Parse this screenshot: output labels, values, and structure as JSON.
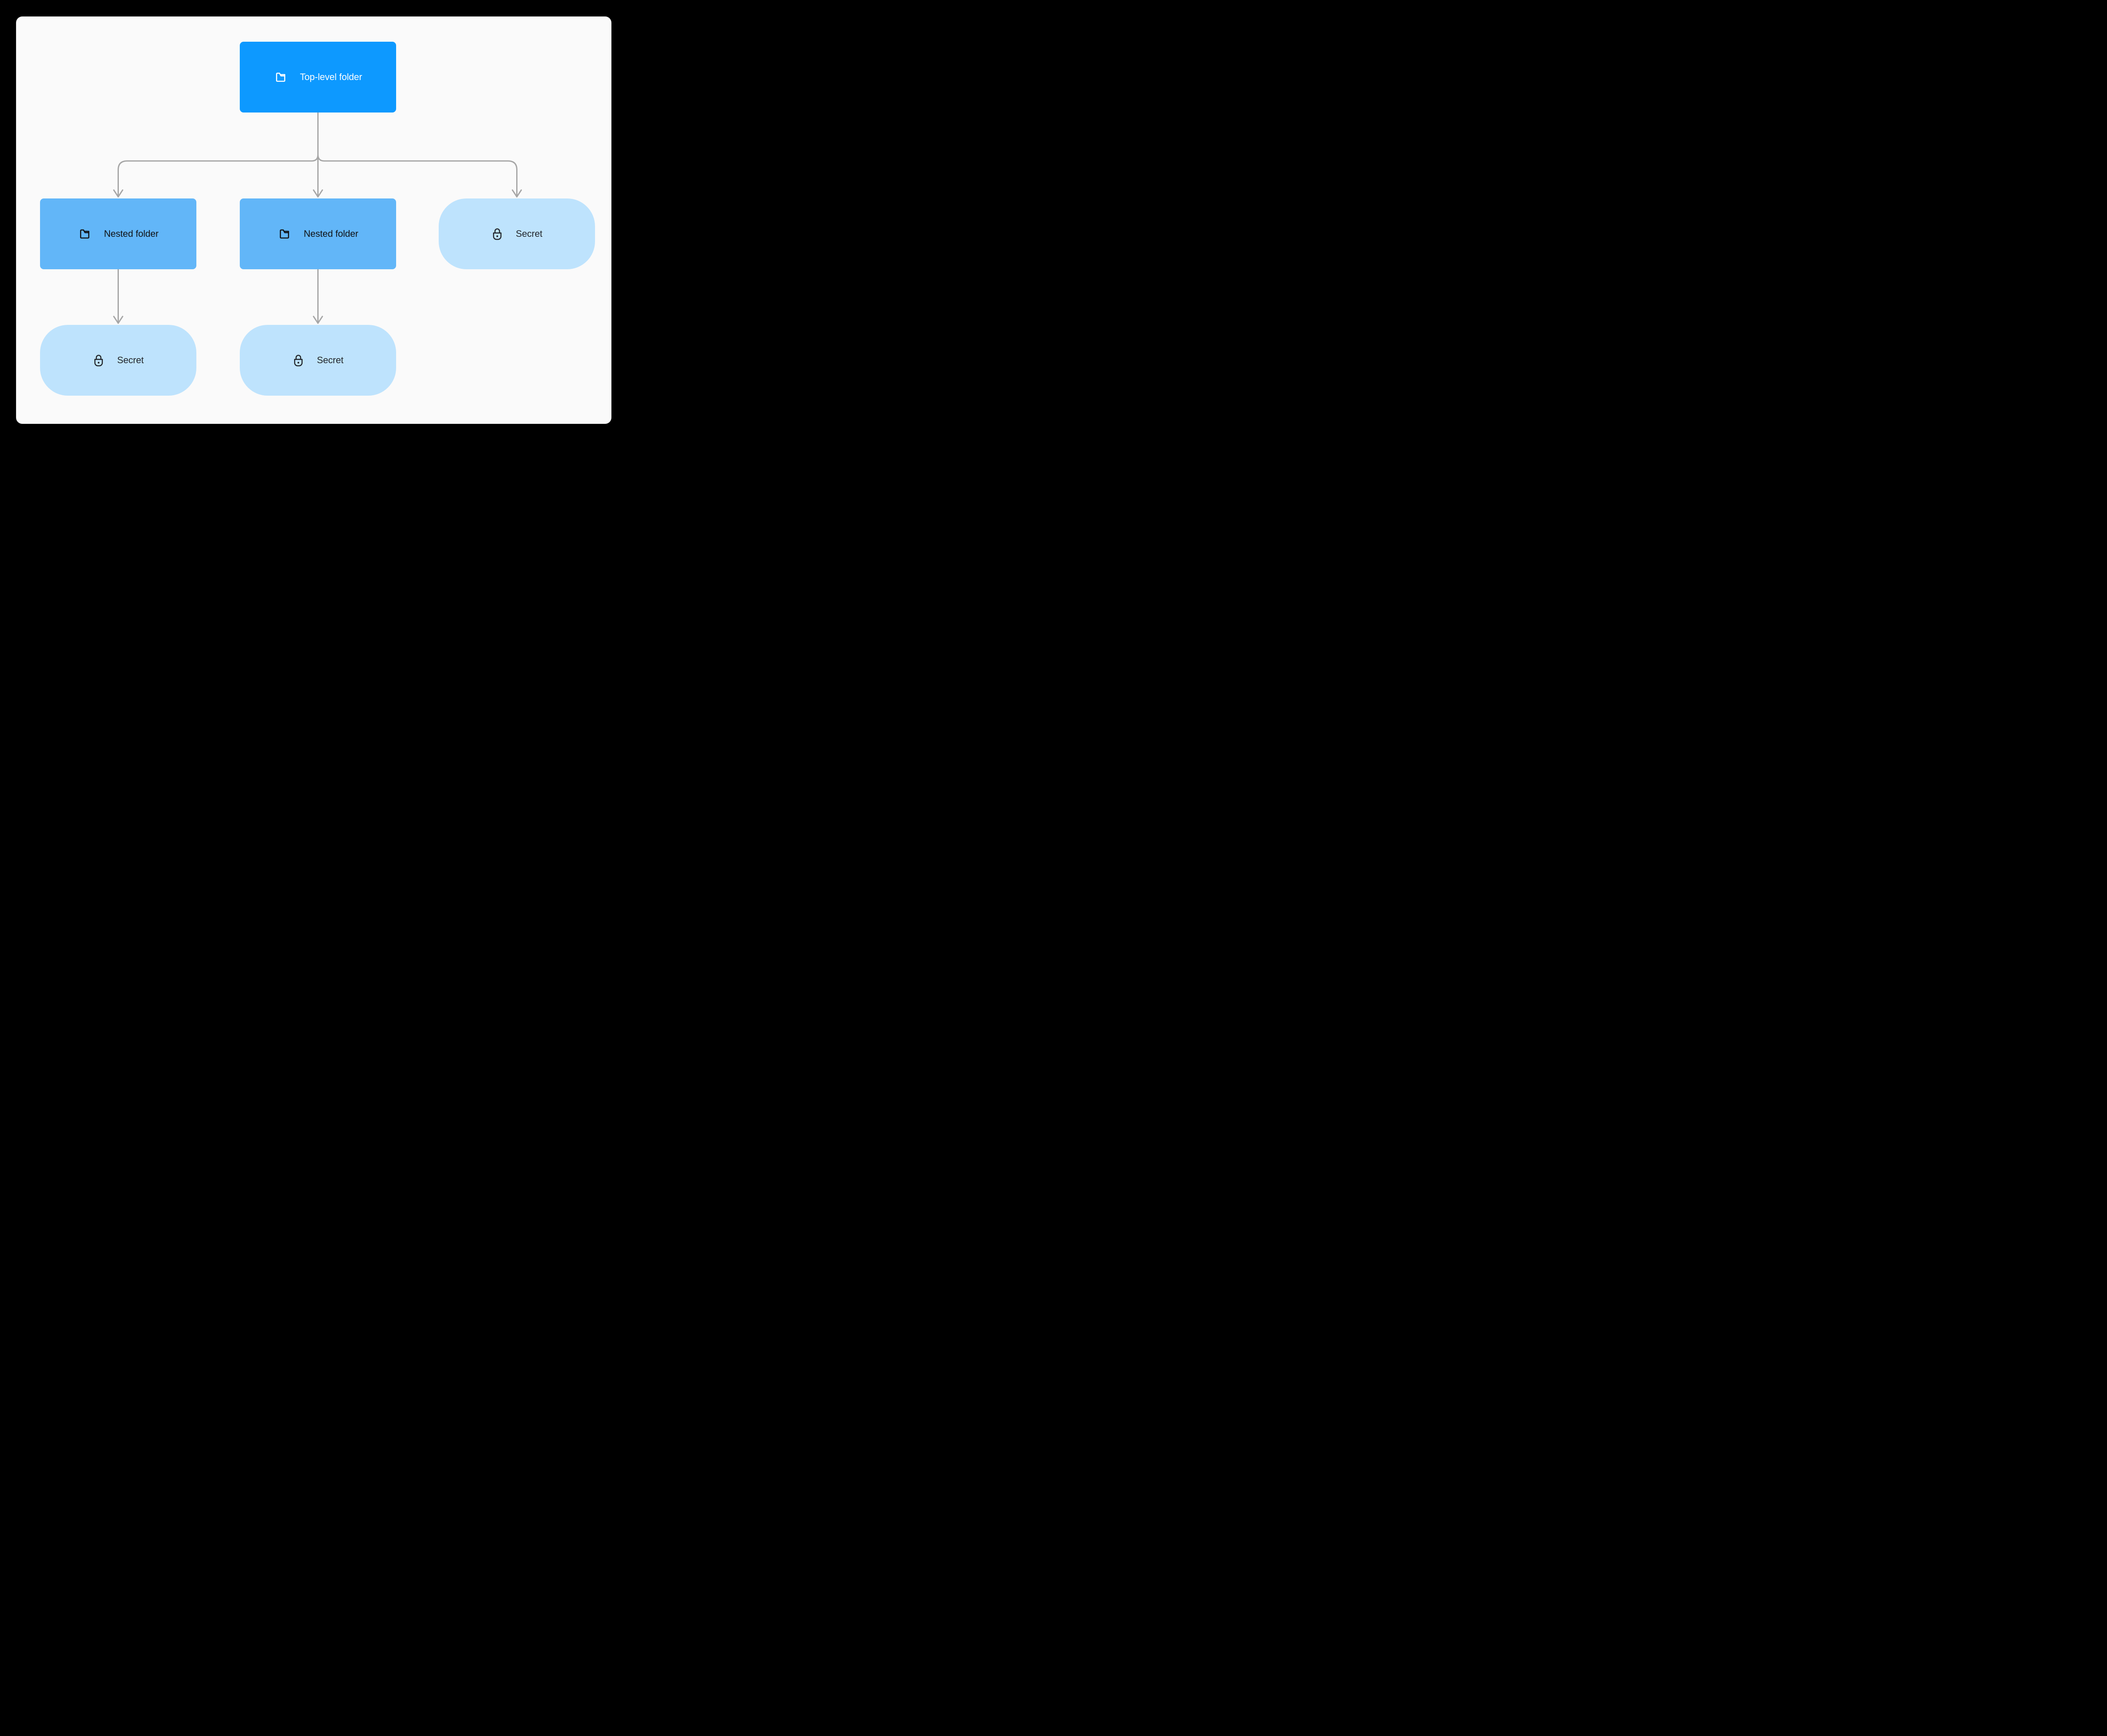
{
  "colors": {
    "frame_background": "#000000",
    "canvas_background": "#FAFAFA",
    "node_primary_bg": "#0D99FF",
    "node_secondary_bg": "#62B6F8",
    "node_tertiary_bg": "#BEE3FD",
    "connector": "#A6A6A6",
    "label_on_primary": "#FFFFFF",
    "label_on_secondary": "#101214",
    "label_on_tertiary": "#22262B"
  },
  "diagram": {
    "nodes": [
      {
        "id": "top-level-folder",
        "label": "Top-level folder",
        "icon": "folder-icon",
        "shape": "rectangle",
        "variant": "primary"
      },
      {
        "id": "nested-folder-1",
        "label": "Nested folder",
        "icon": "folder-icon",
        "shape": "rectangle",
        "variant": "secondary"
      },
      {
        "id": "nested-folder-2",
        "label": "Nested folder",
        "icon": "folder-icon",
        "shape": "rectangle",
        "variant": "secondary"
      },
      {
        "id": "secret-1",
        "label": "Secret",
        "icon": "lock-icon",
        "shape": "pill",
        "variant": "tertiary"
      },
      {
        "id": "secret-2",
        "label": "Secret",
        "icon": "lock-icon",
        "shape": "pill",
        "variant": "tertiary"
      },
      {
        "id": "secret-3",
        "label": "Secret",
        "icon": "lock-icon",
        "shape": "pill",
        "variant": "tertiary"
      }
    ],
    "edges": [
      {
        "from": "top-level-folder",
        "to": "nested-folder-1"
      },
      {
        "from": "top-level-folder",
        "to": "nested-folder-2"
      },
      {
        "from": "top-level-folder",
        "to": "secret-1"
      },
      {
        "from": "nested-folder-1",
        "to": "secret-2"
      },
      {
        "from": "nested-folder-2",
        "to": "secret-3"
      }
    ]
  }
}
